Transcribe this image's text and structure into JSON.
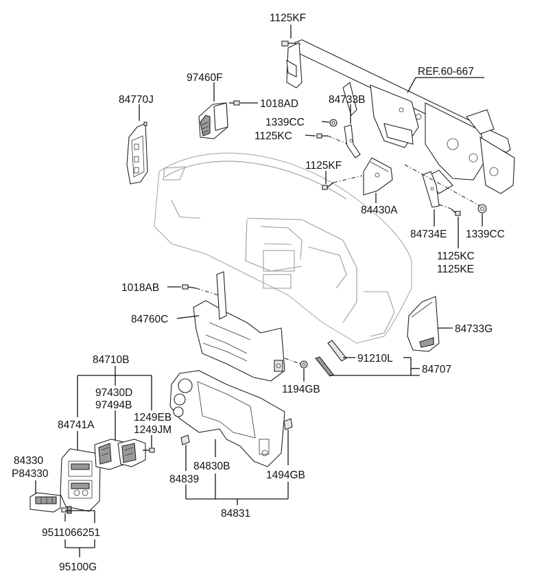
{
  "reference": "REF.60-667",
  "labels": {
    "p1125KF_top": "1125KF",
    "p97460F": "97460F",
    "p1018AD": "1018AD",
    "p84770J": "84770J",
    "p84733B": "84733B",
    "p1339CC_a": "1339CC",
    "p1125KC_a": "1125KC",
    "p1125KF_mid": "1125KF",
    "p84430A": "84430A",
    "p84734E": "84734E",
    "p1339CC_b": "1339CC",
    "p1125KC_b": "1125KC",
    "p1125KE": "1125KE",
    "p1018AB": "1018AB",
    "p84760C": "84760C",
    "p84733G": "84733G",
    "p91210L": "91210L",
    "p84707": "84707",
    "p1194GB": "1194GB",
    "p84710B": "84710B",
    "p97430D": "97430D",
    "p97494B": "97494B",
    "p1249EB": "1249EB",
    "p1249JM": "1249JM",
    "p84741A": "84741A",
    "p84330": "84330",
    "pP84330": "P84330",
    "p84830B": "84830B",
    "p84839": "84839",
    "p1494GB": "1494GB",
    "p84831": "84831",
    "p9511066251": "9511066251",
    "p95100G": "95100G"
  }
}
